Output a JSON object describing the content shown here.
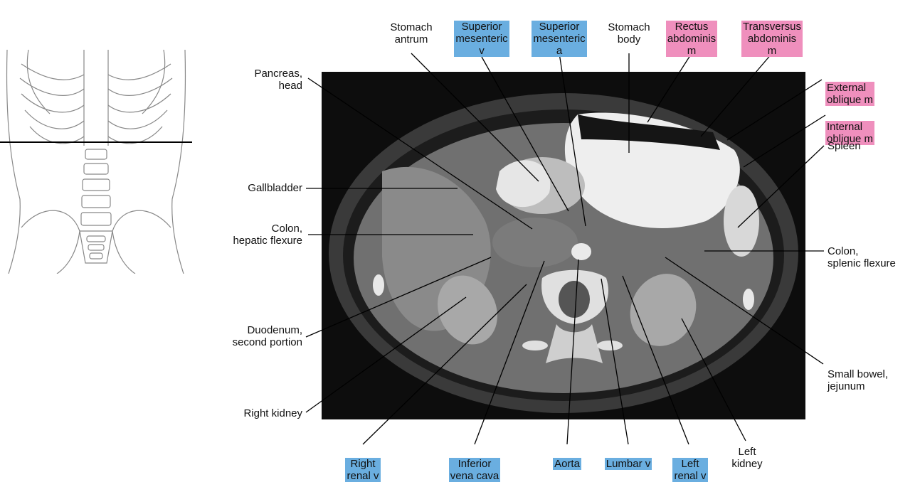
{
  "labels": {
    "stomach_antrum": "Stomach\nantrum",
    "sup_mesenteric_v": "Superior\nmesenteric\nv",
    "sup_mesenteric_a": "Superior\nmesenteric\na",
    "stomach_body": "Stomach\nbody",
    "rectus_abdominis": "Rectus\nabdominis\nm",
    "transversus_abdominis": "Transversus\nabdominis\nm",
    "pancreas_head": "Pancreas,\nhead",
    "external_oblique": "External\noblique m",
    "internal_oblique": "Internal\noblique m",
    "spleen": "Spleen",
    "gallbladder": "Gallbladder",
    "colon_hepatic": "Colon,\nhepatic flexure",
    "colon_splenic": "Colon,\nsplenic flexure",
    "duodenum": "Duodenum,\nsecond portion",
    "small_bowel": "Small bowel,\njejunum",
    "right_kidney": "Right kidney",
    "right_renal_v": "Right\nrenal v",
    "ivc": "Inferior\nvena cava",
    "aorta": "Aorta",
    "lumbar_v": "Lumbar v",
    "left_renal_v": "Left\nrenal v",
    "left_kidney": "Left\nkidney"
  },
  "colors": {
    "vessel_highlight": "#6aaee0",
    "muscle_highlight": "#ef8fbd"
  }
}
